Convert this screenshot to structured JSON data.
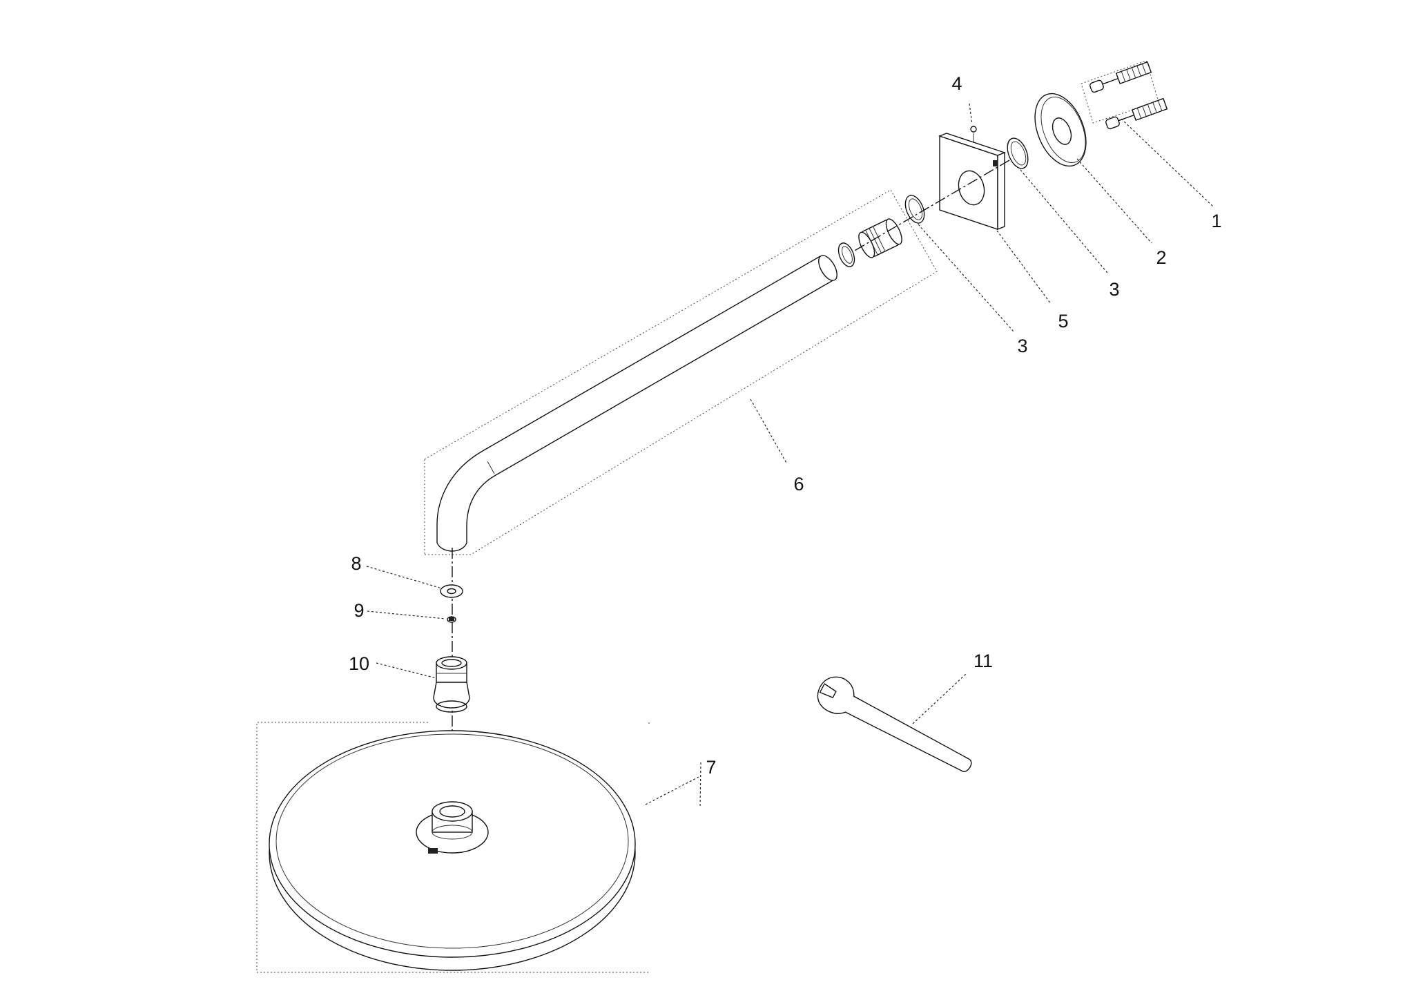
{
  "callouts": [
    {
      "id": "1",
      "text": "1"
    },
    {
      "id": "2",
      "text": "2"
    },
    {
      "id": "3a",
      "text": "3"
    },
    {
      "id": "4",
      "text": "4"
    },
    {
      "id": "3b",
      "text": "3"
    },
    {
      "id": "5",
      "text": "5"
    },
    {
      "id": "6",
      "text": "6"
    },
    {
      "id": "7",
      "text": "7"
    },
    {
      "id": "8",
      "text": "8"
    },
    {
      "id": "9",
      "text": "9"
    },
    {
      "id": "10",
      "text": "10"
    },
    {
      "id": "11",
      "text": "11"
    }
  ],
  "parts": [
    {
      "id": "1",
      "icon": "wall-anchor-screw-icon"
    },
    {
      "id": "2",
      "icon": "wall-flange-icon"
    },
    {
      "id": "3",
      "icon": "o-ring-icon"
    },
    {
      "id": "4",
      "icon": "set-screw-icon"
    },
    {
      "id": "5",
      "icon": "square-escutcheon-plate-icon"
    },
    {
      "id": "6",
      "icon": "shower-arm-icon"
    },
    {
      "id": "7",
      "icon": "round-shower-head-icon"
    },
    {
      "id": "8",
      "icon": "washer-icon"
    },
    {
      "id": "9",
      "icon": "flow-restrictor-icon"
    },
    {
      "id": "10",
      "icon": "ball-joint-connector-icon"
    },
    {
      "id": "11",
      "icon": "open-end-wrench-icon"
    }
  ]
}
